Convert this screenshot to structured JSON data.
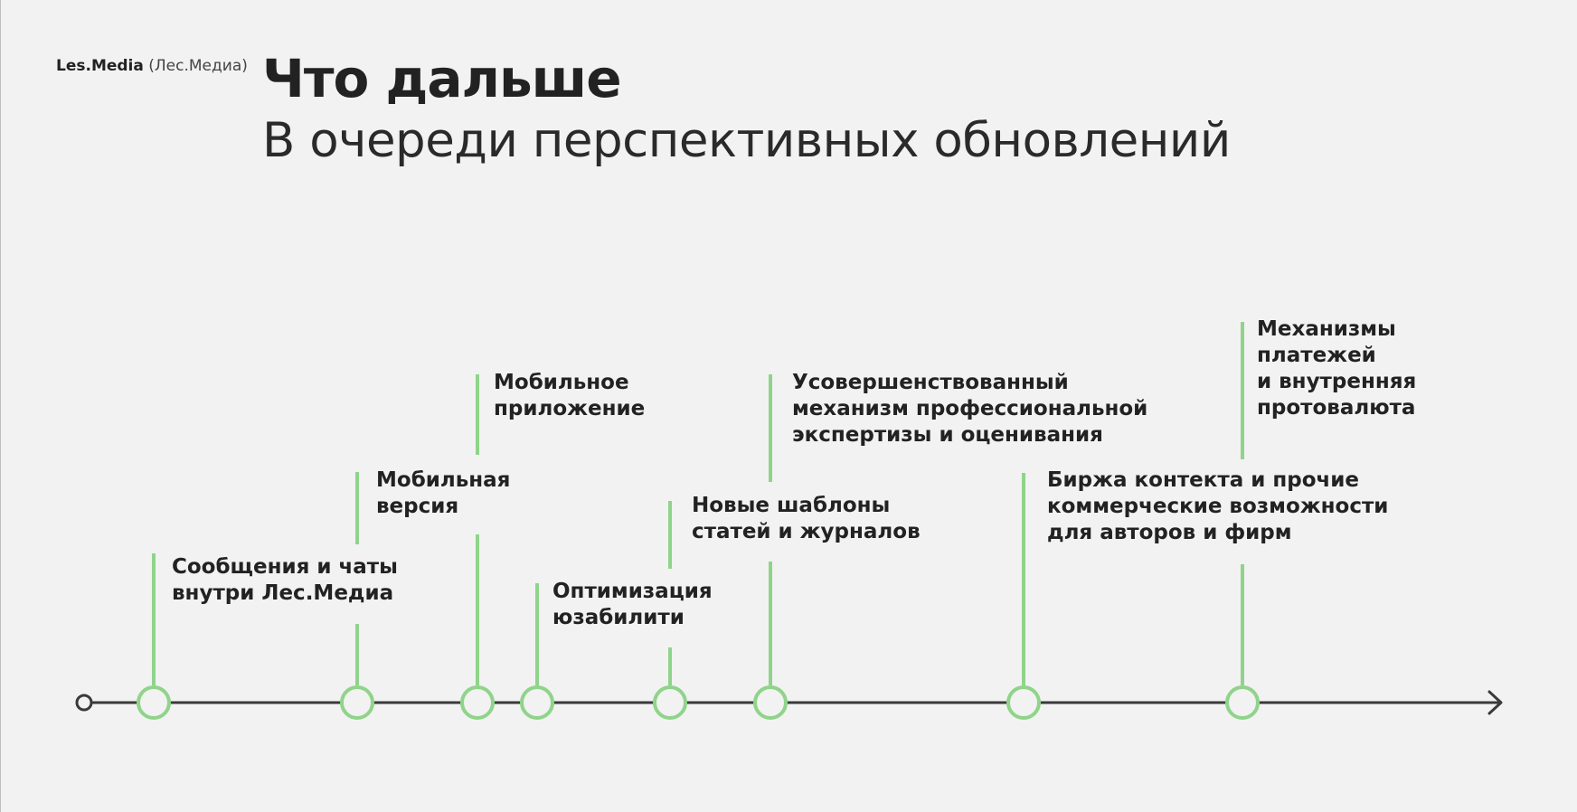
{
  "header": {
    "brand_name": "Les.Media",
    "brand_sub": "(Лес.Медиа)",
    "title": "Что дальше",
    "subtitle": "В очереди перспективных обновлений"
  },
  "colors": {
    "accent": "#8fd48a",
    "axis": "#3a3a3a",
    "text": "#222222",
    "background": "#f2f2f2"
  },
  "timeline": {
    "events": [
      {
        "lines": [
          "Сообщения и чаты",
          "внутри Лес.Медиа"
        ]
      },
      {
        "lines": [
          "Мобильная",
          "версия"
        ]
      },
      {
        "lines": [
          "Мобильное",
          "приложение"
        ]
      },
      {
        "lines": [
          "Оптимизация",
          "юзабилити"
        ]
      },
      {
        "lines": [
          "Новые шаблоны",
          "статей и журналов"
        ]
      },
      {
        "lines": [
          "Усовершенствованный",
          "механизм профессиональной",
          "экспертизы и оценивания"
        ]
      },
      {
        "lines": [
          "Биржа контекта и прочие",
          "коммерческие возможности",
          "для авторов и фирм"
        ]
      },
      {
        "lines": [
          "Механизмы",
          "платежей",
          "и внутренняя",
          "протовалюта"
        ]
      }
    ]
  }
}
